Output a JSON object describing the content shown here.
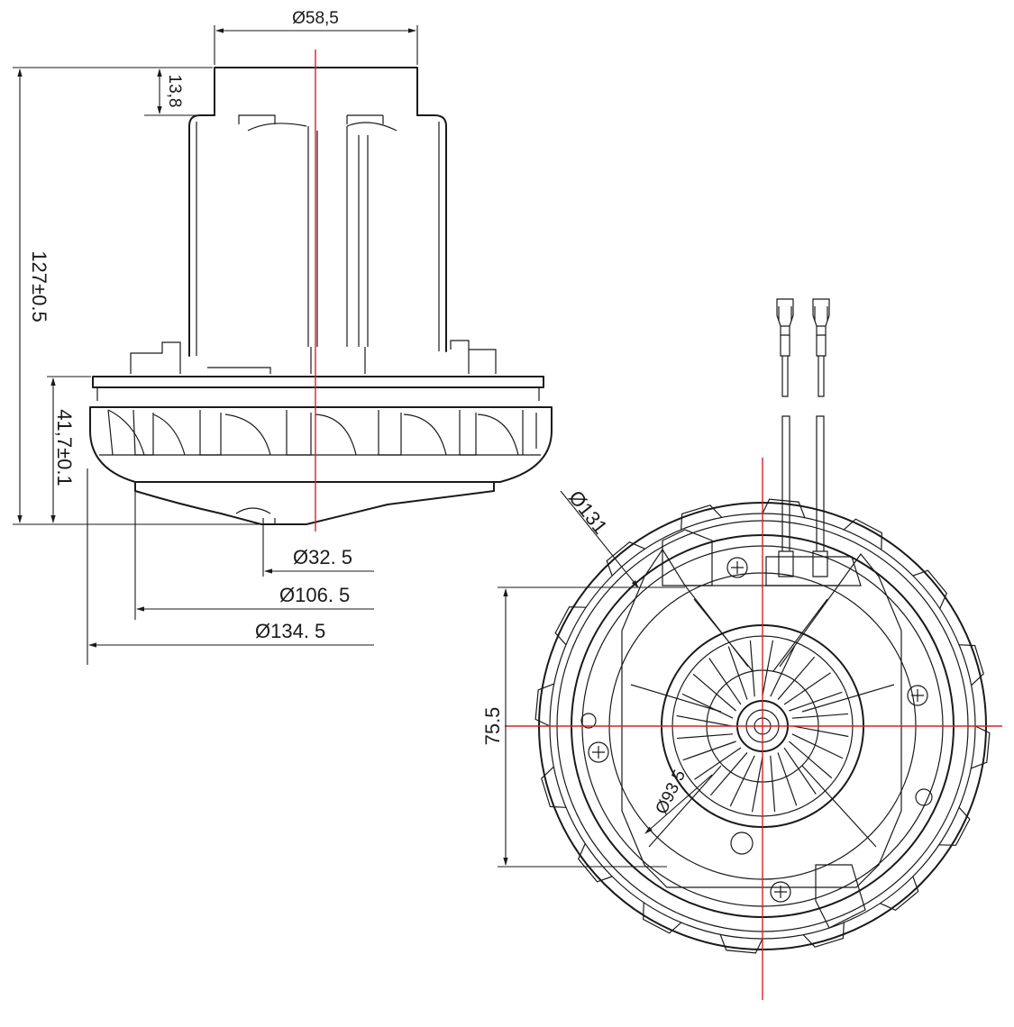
{
  "side_view": {
    "dims": {
      "top_diameter": "Ø58,5",
      "top_height": "13,8",
      "overall_height": "127±0.5",
      "fan_height": "41,7±0.1",
      "bottom_diameter": "Ø32. 5",
      "base_diameter": "Ø106. 5",
      "fan_diameter": "Ø134. 5"
    }
  },
  "end_view": {
    "dims": {
      "outer_diameter": "Ø131",
      "mount_spacing": "75.5",
      "inner_diameter": "Ø93.5"
    }
  },
  "colors": {
    "line": "#1a1a1a",
    "centerline": "#d2232a"
  }
}
